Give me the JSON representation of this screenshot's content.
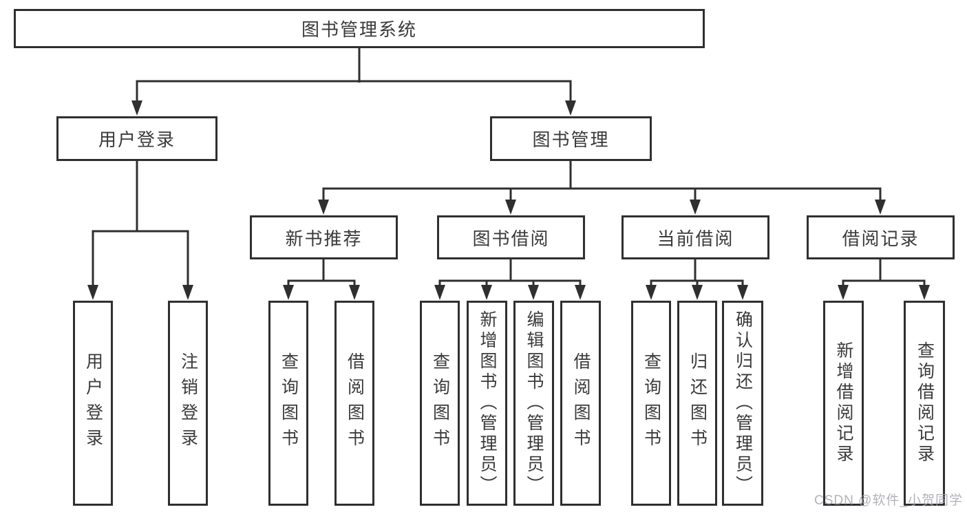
{
  "colors": {
    "line": "#2f2f2f",
    "box_border": "#2f2f2f",
    "text": "#3a3a3a",
    "background": "#ffffff",
    "watermark": "#a4a6ad"
  },
  "watermark": "CSDN @软件_小贺同学",
  "tree": {
    "root": {
      "label": "图书管理系统"
    },
    "level2": [
      {
        "label": "用户登录",
        "children": [
          {
            "label": "用户登录"
          },
          {
            "label": "注销登录"
          }
        ]
      },
      {
        "label": "图书管理",
        "children": [
          {
            "label": "新书推荐",
            "children": [
              {
                "label": "查询图书"
              },
              {
                "label": "借阅图书"
              }
            ]
          },
          {
            "label": "图书借阅",
            "children": [
              {
                "label": "查询图书"
              },
              {
                "label": "新增图书（管理员）"
              },
              {
                "label": "编辑图书（管理员）"
              },
              {
                "label": "借阅图书"
              }
            ]
          },
          {
            "label": "当前借阅",
            "children": [
              {
                "label": "查询图书"
              },
              {
                "label": "归还图书"
              },
              {
                "label": "确认归还（管理员）"
              }
            ]
          },
          {
            "label": "借阅记录",
            "children": [
              {
                "label": "新增借阅记录"
              },
              {
                "label": "查询借阅记录"
              }
            ]
          }
        ]
      }
    ]
  }
}
